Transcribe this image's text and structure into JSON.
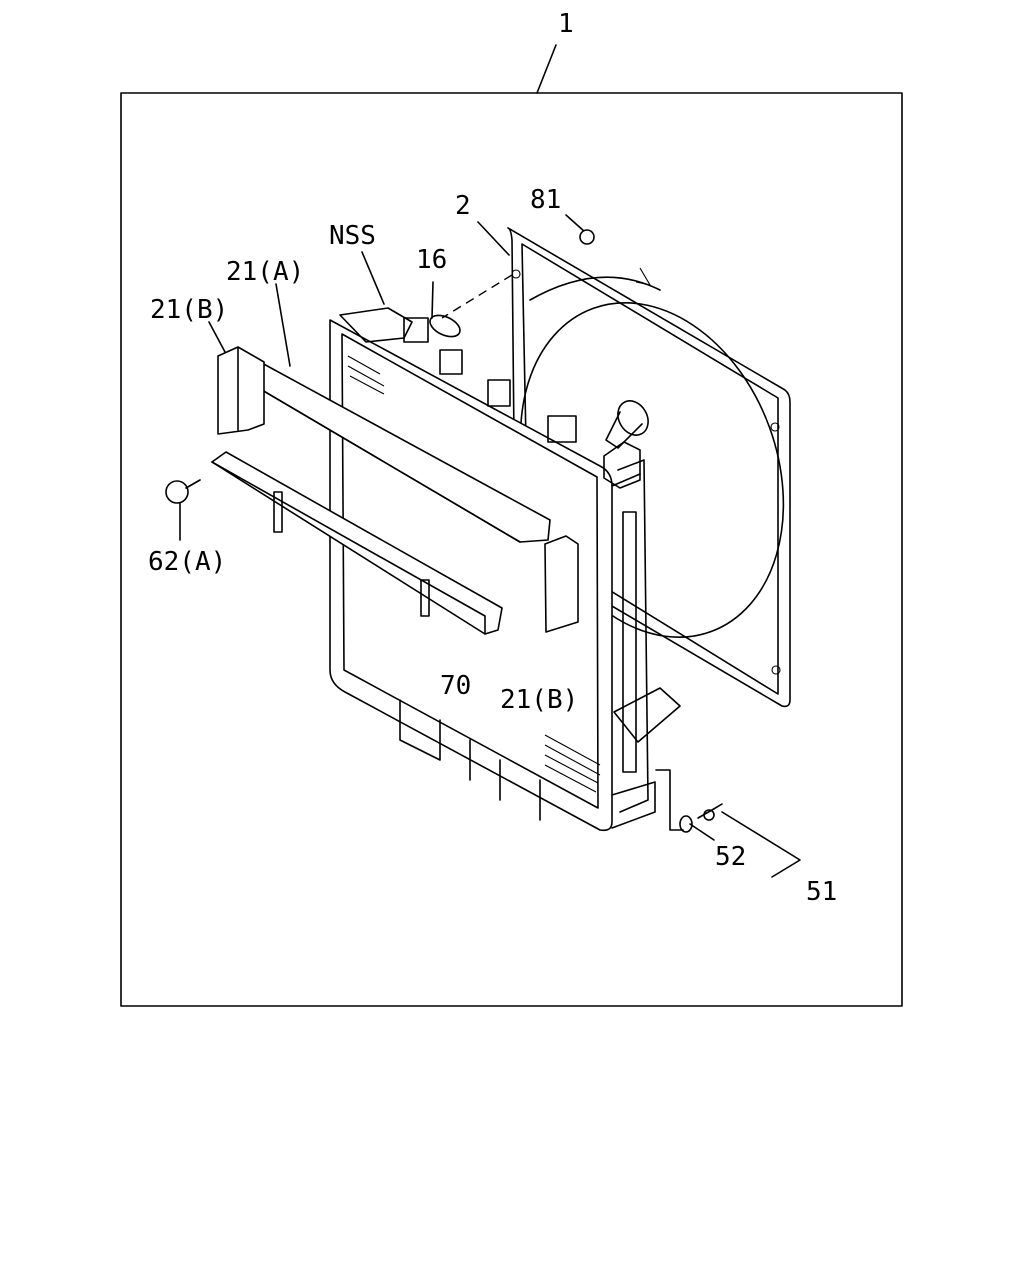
{
  "callouts": {
    "assembly": "1",
    "shroud": "2",
    "nut": "81",
    "nss": "NSS",
    "cap": "16",
    "bracket_a": "21(A)",
    "bracket_b_left": "21(B)",
    "bolt": "62(A)",
    "stay": "70",
    "bracket_b_right": "21(B)",
    "washer": "52",
    "drain_set": "51"
  }
}
